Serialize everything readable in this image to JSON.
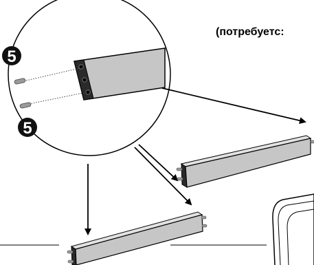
{
  "caption": "(потребуетс:",
  "detail": {
    "part_label_top": "5",
    "part_label_bottom": "5"
  },
  "colors": {
    "rail_fill": "#c6c6c6",
    "line": "#000000",
    "badge": "#111111",
    "dowel": "#9a9a9a"
  }
}
